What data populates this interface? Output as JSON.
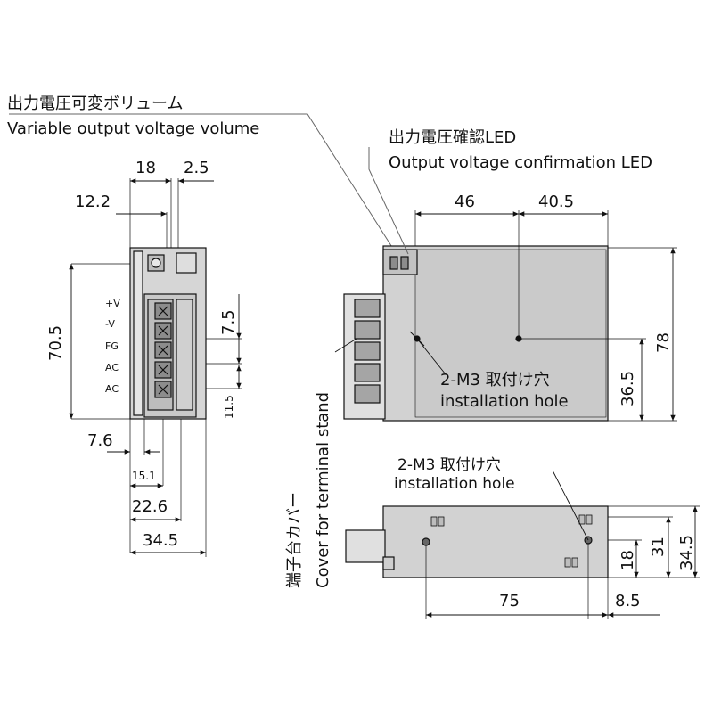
{
  "callouts": {
    "volume_jp": "出力電圧可変ボリューム",
    "volume_en": "Variable output voltage volume",
    "led_jp": "出力電圧確認LED",
    "led_en": "Output voltage confirmation LED",
    "hole_front_jp": "2-M3 取付け穴",
    "hole_front_en": "installation hole",
    "hole_bottom_jp": "2-M3 取付け穴",
    "hole_bottom_en": "installation hole",
    "cover_jp": "端子台カバー",
    "cover_en": "Cover for terminal stand"
  },
  "terminals": [
    "+V",
    "-V",
    "FG",
    "AC",
    "AC"
  ],
  "side_view_dims": {
    "w18": "18",
    "w2_5": "2.5",
    "w12_2": "12.2",
    "h70_5": "70.5",
    "p7_5": "7.5",
    "p11_5": "11.5",
    "w7_6": "7.6",
    "w15_1": "15.1",
    "w22_6": "22.6",
    "w34_5": "34.5"
  },
  "front_view_dims": {
    "w46": "46",
    "w40_5": "40.5",
    "h78": "78",
    "h36_5": "36.5"
  },
  "bottom_view_dims": {
    "w75": "75",
    "w8_5": "8.5",
    "h18": "18",
    "h31": "31",
    "h34_5": "34.5"
  },
  "colors": {
    "body_fill": "#d2d2d2",
    "line": "#111111",
    "terminal_fill": "#c8c8c8"
  }
}
